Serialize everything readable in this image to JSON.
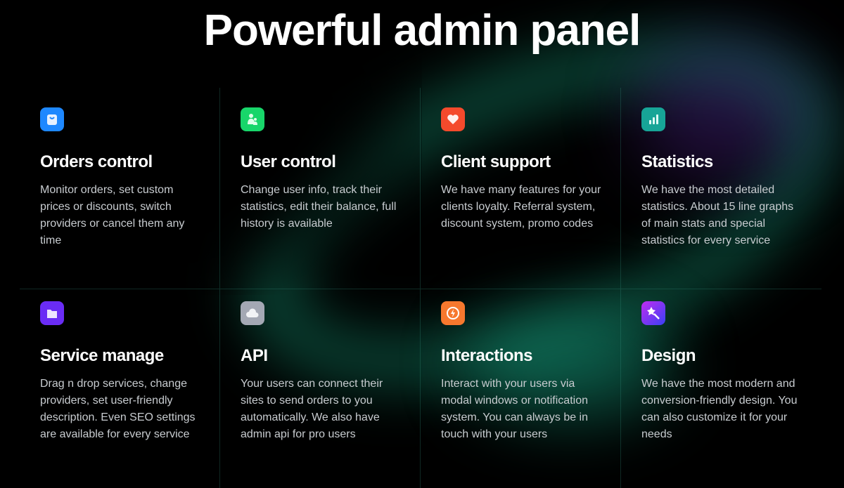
{
  "heading": "Powerful admin panel",
  "features": [
    {
      "title": "Orders control",
      "desc": "Monitor orders, set custom prices or discounts, switch providers or cancel them any time",
      "icon": "shopping-bag-icon",
      "color": "#1e88ff"
    },
    {
      "title": "User control",
      "desc": "Change user info, track their statistics, edit their balance, full history is available",
      "icon": "users-icon",
      "color": "#18d66a"
    },
    {
      "title": "Client support",
      "desc": "We have many features for your clients loyalty. Referral system, discount system, promo codes",
      "icon": "heart-icon",
      "color": "#f44a2c"
    },
    {
      "title": "Statistics",
      "desc": "We have the most detailed statistics. About 15 line graphs of main stats and special statistics for every service",
      "icon": "bar-chart-icon",
      "color": "#17a597"
    },
    {
      "title": "Service manage",
      "desc": "Drag n drop services, change providers, set user-friendly description. Even SEO settings are available for every service",
      "icon": "folder-icon",
      "color": "#6a2cf5"
    },
    {
      "title": "API",
      "desc": "Your users can connect their sites to send orders to you automatically. We also have admin api for pro users",
      "icon": "cloud-icon",
      "color": "#a4a8b4"
    },
    {
      "title": "Interactions",
      "desc": "Interact with your users via modal windows or notification system. You can always be in touch with your users",
      "icon": "lightning-icon",
      "color": "#f7782e"
    },
    {
      "title": "Design",
      "desc": "We have the most modern and conversion-friendly design. You can also customize it for your needs",
      "icon": "magic-wand-icon",
      "color": "#8a2cf0"
    }
  ]
}
